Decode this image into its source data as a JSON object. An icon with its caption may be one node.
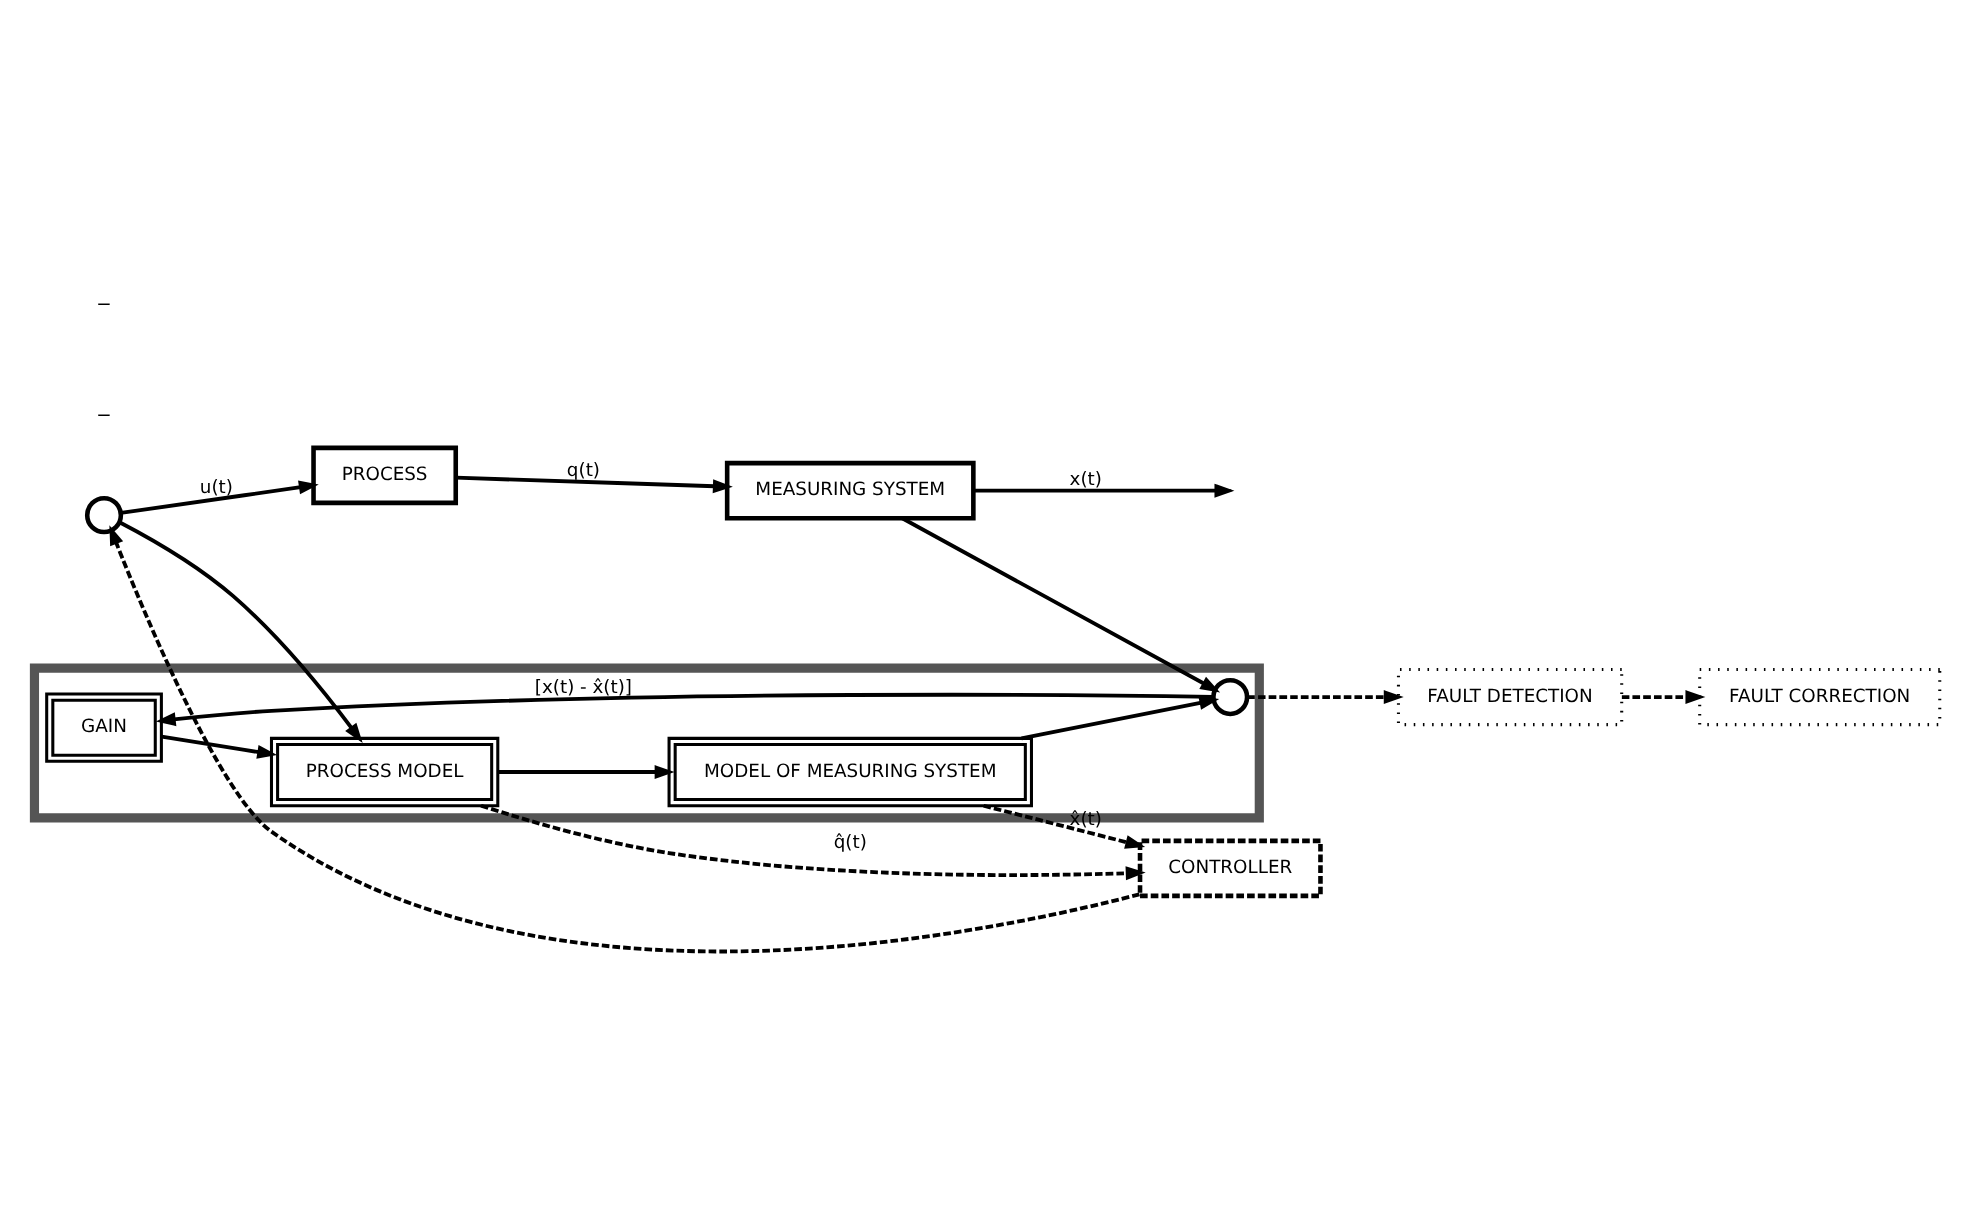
{
  "diagram": {
    "nodes": [
      {
        "text": [],
        "shape": "circle"
      },
      {
        "text": [
          "PROCESS"
        ]
      },
      {
        "text": [
          "MEASURING SYSTEM"
        ]
      },
      {
        "text": [],
        "shape": "box"
      },
      {
        "text": [
          "GAIN"
        ],
        "in": 3
      },
      {
        "text": [],
        "shape": "circle",
        "in": 3
      },
      {
        "text": [
          "PROCESS MODEL"
        ],
        "in": 3
      },
      {
        "text": [
          "MODEL OF MEASURING SYSTEM"
        ],
        "in": 3
      },
      {
        "text": [
          "FAULT DETECTION"
        ]
      },
      {
        "text": [
          "FAULT CORRECTION"
        ]
      },
      {
        "text": [
          "CONTROLLER"
        ]
      }
    ],
    "edges": [
      {
        "from": 0,
        "to": 1,
        "arrow": "to",
        "label": "u(t)"
      },
      {
        "from": 1,
        "to": 2,
        "arrow": "to",
        "label": "q(t)"
      },
      {
        "from": 2,
        "to": null,
        "arrow": "to",
        "label": "x(t)"
      },
      {
        "from": 2,
        "to": 5,
        "arrow": "to"
      },
      {
        "from": 0,
        "to": 6,
        "arrow": "to"
      },
      {
        "from": 5,
        "to": 4,
        "arrow": "to",
        "label": "[x(t) - x̂(t)]"
      },
      {
        "from": 4,
        "to": 6,
        "arrow": "to"
      },
      {
        "from": 6,
        "to": 7,
        "arrow": "to"
      },
      {
        "from": 7,
        "to": 5,
        "arrow": "to"
      },
      {
        "from": 5,
        "to": 8,
        "arrow": "to",
        "style": "dashed"
      },
      {
        "from": 8,
        "to": 9,
        "arrow": "to",
        "style": "dashed"
      },
      {
        "from": 6,
        "to": 10,
        "arrow": "to",
        "style": "dashed",
        "label": "q̂(t)"
      },
      {
        "from": 7,
        "to": 10,
        "arrow": "to",
        "style": "dashed",
        "label": "x̂(t)"
      },
      {
        "from": 10,
        "to": 0,
        "arrow": "to",
        "style": "dashed"
      }
    ],
    "labels": [
      "−",
      "−"
    ]
  }
}
